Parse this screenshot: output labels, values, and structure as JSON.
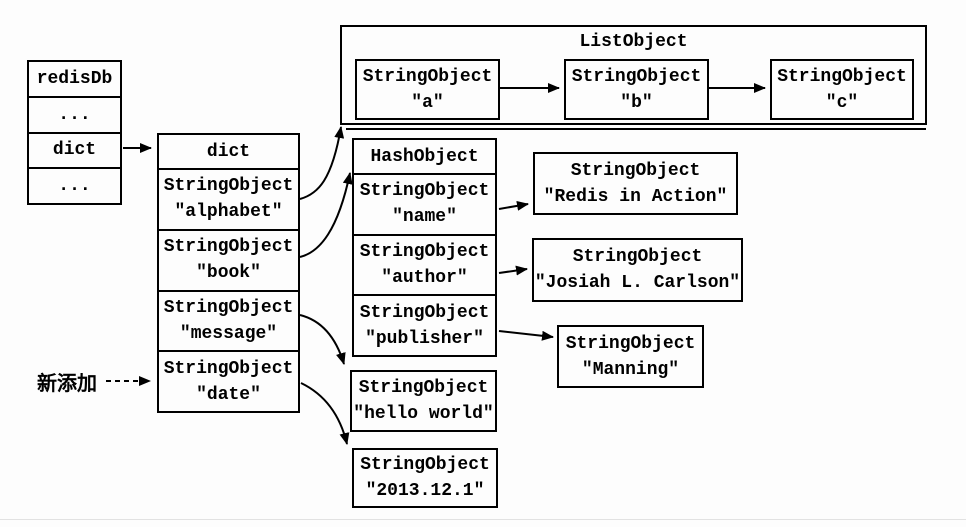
{
  "annotation": {
    "label": "新添加"
  },
  "redisdb": {
    "title": "redisDb",
    "rows": [
      "...",
      "dict",
      "..."
    ]
  },
  "dict": {
    "title": "dict",
    "entries": [
      {
        "type": "StringObject",
        "value": "\"alphabet\""
      },
      {
        "type": "StringObject",
        "value": "\"book\""
      },
      {
        "type": "StringObject",
        "value": "\"message\""
      },
      {
        "type": "StringObject",
        "value": "\"date\""
      }
    ]
  },
  "list": {
    "title": "ListObject",
    "items": [
      {
        "type": "StringObject",
        "value": "\"a\""
      },
      {
        "type": "StringObject",
        "value": "\"b\""
      },
      {
        "type": "StringObject",
        "value": "\"c\""
      }
    ]
  },
  "hash": {
    "title": "HashObject",
    "fields": [
      {
        "type": "StringObject",
        "value": "\"name\""
      },
      {
        "type": "StringObject",
        "value": "\"author\""
      },
      {
        "type": "StringObject",
        "value": "\"publisher\""
      }
    ]
  },
  "values": {
    "name": {
      "type": "StringObject",
      "value": "\"Redis in Action\""
    },
    "author": {
      "type": "StringObject",
      "value": "\"Josiah L. Carlson\""
    },
    "publisher": {
      "type": "StringObject",
      "value": "\"Manning\""
    },
    "message": {
      "type": "StringObject",
      "value": "\"hello world\""
    },
    "date": {
      "type": "StringObject",
      "value": "\"2013.12.1\""
    }
  },
  "edges": [
    {
      "from": "redisdb.dict",
      "to": "dict-table",
      "style": "solid"
    },
    {
      "from": "annotation",
      "to": "dict.date-row",
      "style": "dashed"
    },
    {
      "from": "dict.alphabet",
      "to": "list-object",
      "style": "solid"
    },
    {
      "from": "dict.book",
      "to": "hash-object",
      "style": "solid"
    },
    {
      "from": "dict.message",
      "to": "string-hello-world",
      "style": "solid"
    },
    {
      "from": "dict.date",
      "to": "string-2013-12-1",
      "style": "solid"
    },
    {
      "from": "hash.name",
      "to": "string-redis-in-action",
      "style": "solid"
    },
    {
      "from": "hash.author",
      "to": "string-josiah-l-carlson",
      "style": "solid"
    },
    {
      "from": "hash.publisher",
      "to": "string-manning",
      "style": "solid"
    },
    {
      "from": "list.a",
      "to": "list.b",
      "style": "solid"
    },
    {
      "from": "list.b",
      "to": "list.c",
      "style": "solid"
    }
  ],
  "colors": {
    "ink": "#000000",
    "background": "#fdfdfd"
  }
}
